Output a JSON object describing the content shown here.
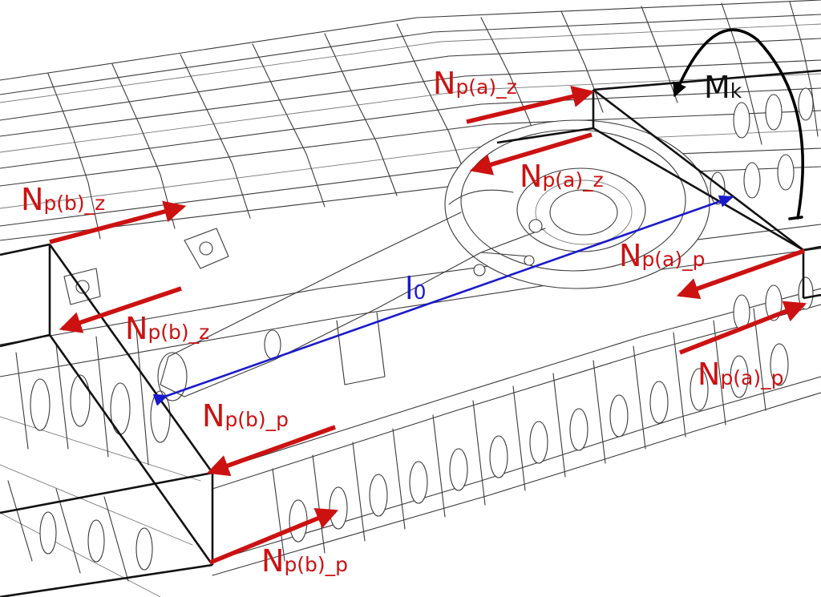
{
  "labels": {
    "npaz_top": {
      "main": "N",
      "sub": "p(a)_z"
    },
    "npaz_mid": {
      "main": "N",
      "sub": "p(a)_z"
    },
    "npbz_top": {
      "main": "N",
      "sub": "p(b)_z"
    },
    "npbz_mid": {
      "main": "N",
      "sub": "p(b)_z"
    },
    "npap_top": {
      "main": "N",
      "sub": "p(a)_p"
    },
    "npap_bottom": {
      "main": "N",
      "sub": "p(a)_p"
    },
    "npbp_top": {
      "main": "N",
      "sub": "p(b)_p"
    },
    "npbp_bottom": {
      "main": "N",
      "sub": "p(b)_p"
    },
    "length": {
      "main": "l",
      "sub": "0"
    },
    "moment": {
      "main": "M",
      "sub": "k"
    }
  },
  "colors": {
    "force": "#cc1111",
    "dimension": "#1a1acc",
    "frame": "#111111",
    "structure": "#3a3a3a"
  }
}
